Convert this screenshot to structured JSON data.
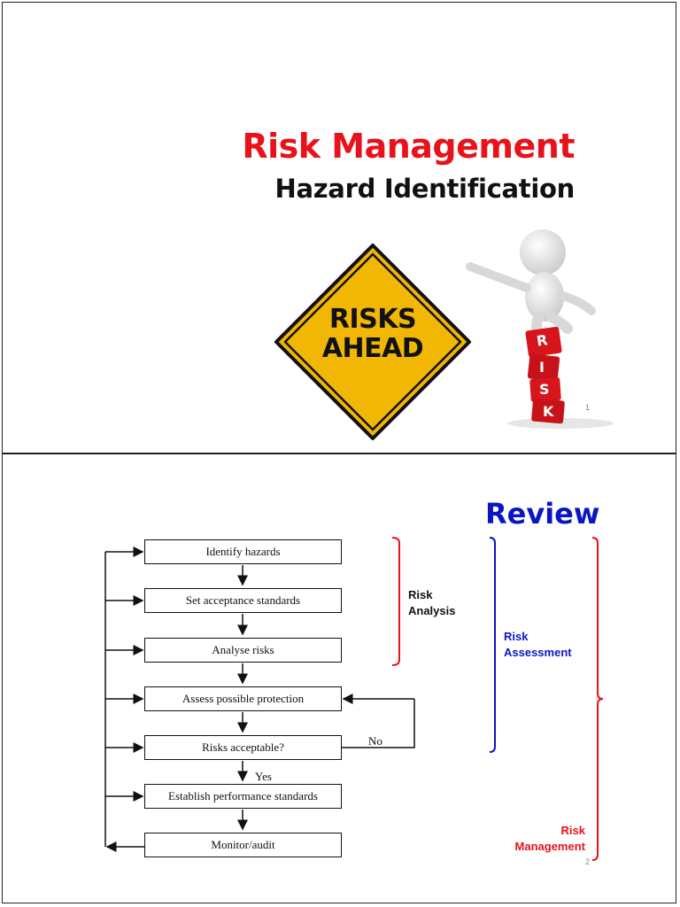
{
  "slide1": {
    "title": "Risk Management",
    "subtitle": "Hazard Identification",
    "sign_line1": "RISKS",
    "sign_line2": "AHEAD",
    "blocks_text": [
      "R",
      "I",
      "S",
      "K"
    ],
    "page_number": "1"
  },
  "slide2": {
    "heading": "Review",
    "flow_steps": [
      "Identify hazards",
      "Set acceptance standards",
      "Analyse risks",
      "Assess possible protection",
      "Risks acceptable?",
      "Establish performance standards",
      "Monitor/audit"
    ],
    "no_label": "No",
    "yes_label": "Yes",
    "bracket_analysis": [
      "Risk",
      "Analysis"
    ],
    "bracket_assessment": [
      "Risk",
      "Assessment"
    ],
    "bracket_management": [
      "Risk",
      "Management"
    ],
    "page_number": "2"
  },
  "colors": {
    "title_red": "#e8121b",
    "review_blue": "#0b15c4",
    "sign_yellow": "#f2b705",
    "block_red": "#d8141c"
  },
  "icons": [
    "warning-sign-icon",
    "person-on-blocks-icon"
  ]
}
